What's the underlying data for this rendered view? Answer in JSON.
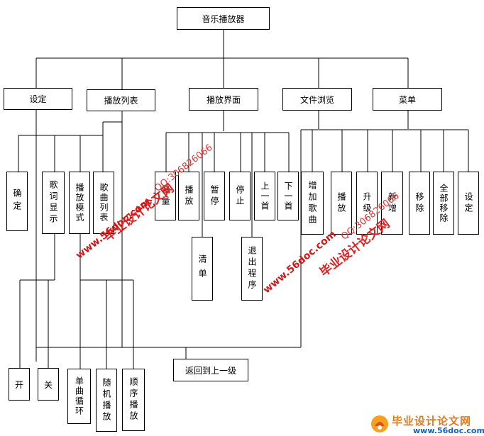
{
  "title": "音乐播放器",
  "level1": [
    "设定",
    "播放列表",
    "播放界面",
    "文件浏览",
    "菜单"
  ],
  "settings_children": [
    "确定",
    "歌词显示",
    "播放模式",
    "歌曲列表"
  ],
  "lyrics_options": [
    "开",
    "关"
  ],
  "mode_options": [
    "单曲循环",
    "随机播放",
    "顺序播放"
  ],
  "play_children": [
    "音量",
    "播放",
    "暂停",
    "停止",
    "上一首",
    "下一首"
  ],
  "play_sub": [
    "清单",
    "退出程序"
  ],
  "file_children": [
    "增加歌曲",
    "播放",
    "升级",
    "新增",
    "移除",
    "全部移除",
    "设定"
  ],
  "return_label": "返回到上一级",
  "watermark": {
    "brand": "毕业设计论文网",
    "url": "www.56doc.com",
    "qq": "QQ:306826066"
  },
  "footer_logo": {
    "title": "毕业设计论文网",
    "url": "www.56doc.com"
  }
}
